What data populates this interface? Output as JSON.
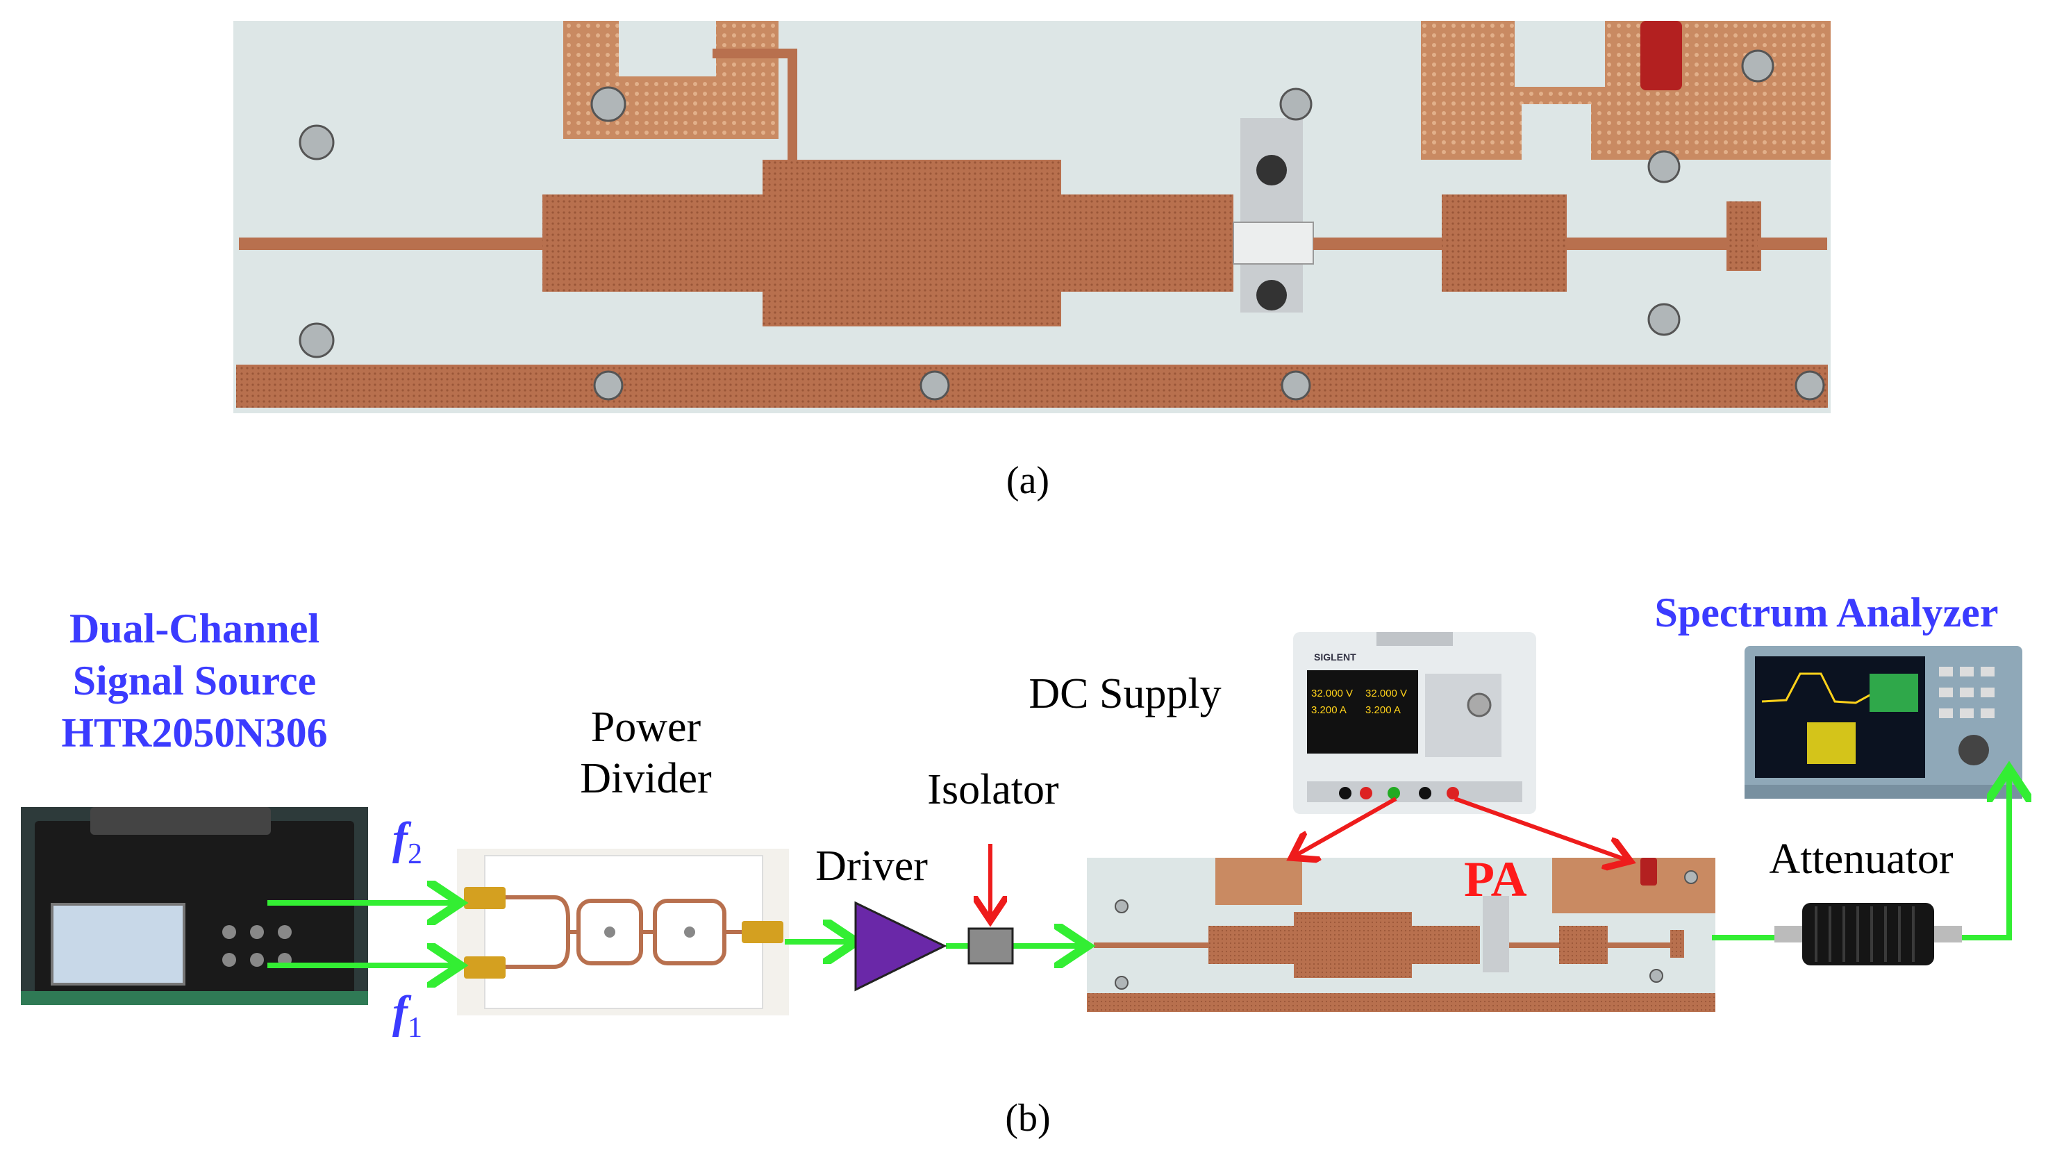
{
  "panels": {
    "a_label": "(a)",
    "b_label": "(b)"
  },
  "blocks": {
    "source_title_1": "Dual-Channel",
    "source_title_2": "Signal Source",
    "source_title_3": "HTR2050N306",
    "power_divider_1": "Power",
    "power_divider_2": "Divider",
    "driver": "Driver",
    "isolator": "Isolator",
    "dc_supply": "DC Supply",
    "pa": "PA",
    "spectrum_analyzer": "Spectrum Analyzer",
    "attenuator": "Attenuator"
  },
  "frequencies": {
    "f2_symbol": "f",
    "f2_sub": "2",
    "f1_symbol": "f",
    "f1_sub": "1"
  },
  "dc_display": {
    "brand": "SIGLENT",
    "ch1_v": "32.000 V",
    "ch1_a": "3.200 A",
    "ch2_v": "32.000 V",
    "ch2_a": "3.200 A"
  },
  "colors": {
    "signal_arrow": "#33ee33",
    "dc_arrow": "#ee1c1c",
    "blue_label": "#3b3bff",
    "copper": "#b8704e",
    "board": "#dde6e6",
    "driver": "#6a28a8"
  }
}
